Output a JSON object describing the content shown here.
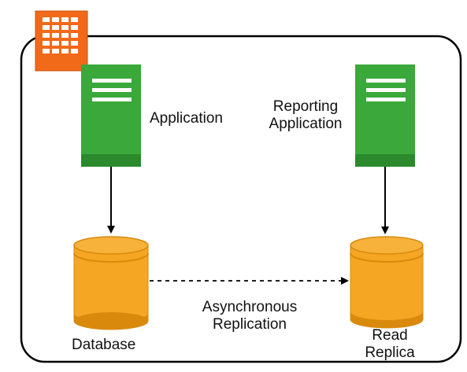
{
  "diagram": {
    "nodes": {
      "app_server": {
        "label": "Application",
        "icon": "server-icon"
      },
      "report_server": {
        "label_line1": "Reporting",
        "label_line2": "Application",
        "icon": "server-icon"
      },
      "database": {
        "label": "Database",
        "icon": "database-icon"
      },
      "read_replica": {
        "label_line1": "Read",
        "label_line2": "Replica",
        "icon": "database-icon"
      }
    },
    "edges": {
      "replication": {
        "label_line1": "Asynchronous",
        "label_line2": "Replication",
        "style": "dashed"
      }
    },
    "region_icon": "building-icon",
    "colors": {
      "server_green": "#3aa83a",
      "server_green_dark": "#2b8a2b",
      "db_orange": "#f5a623",
      "db_orange_dark": "#d98a0c",
      "building_orange": "#f06a1a"
    }
  }
}
